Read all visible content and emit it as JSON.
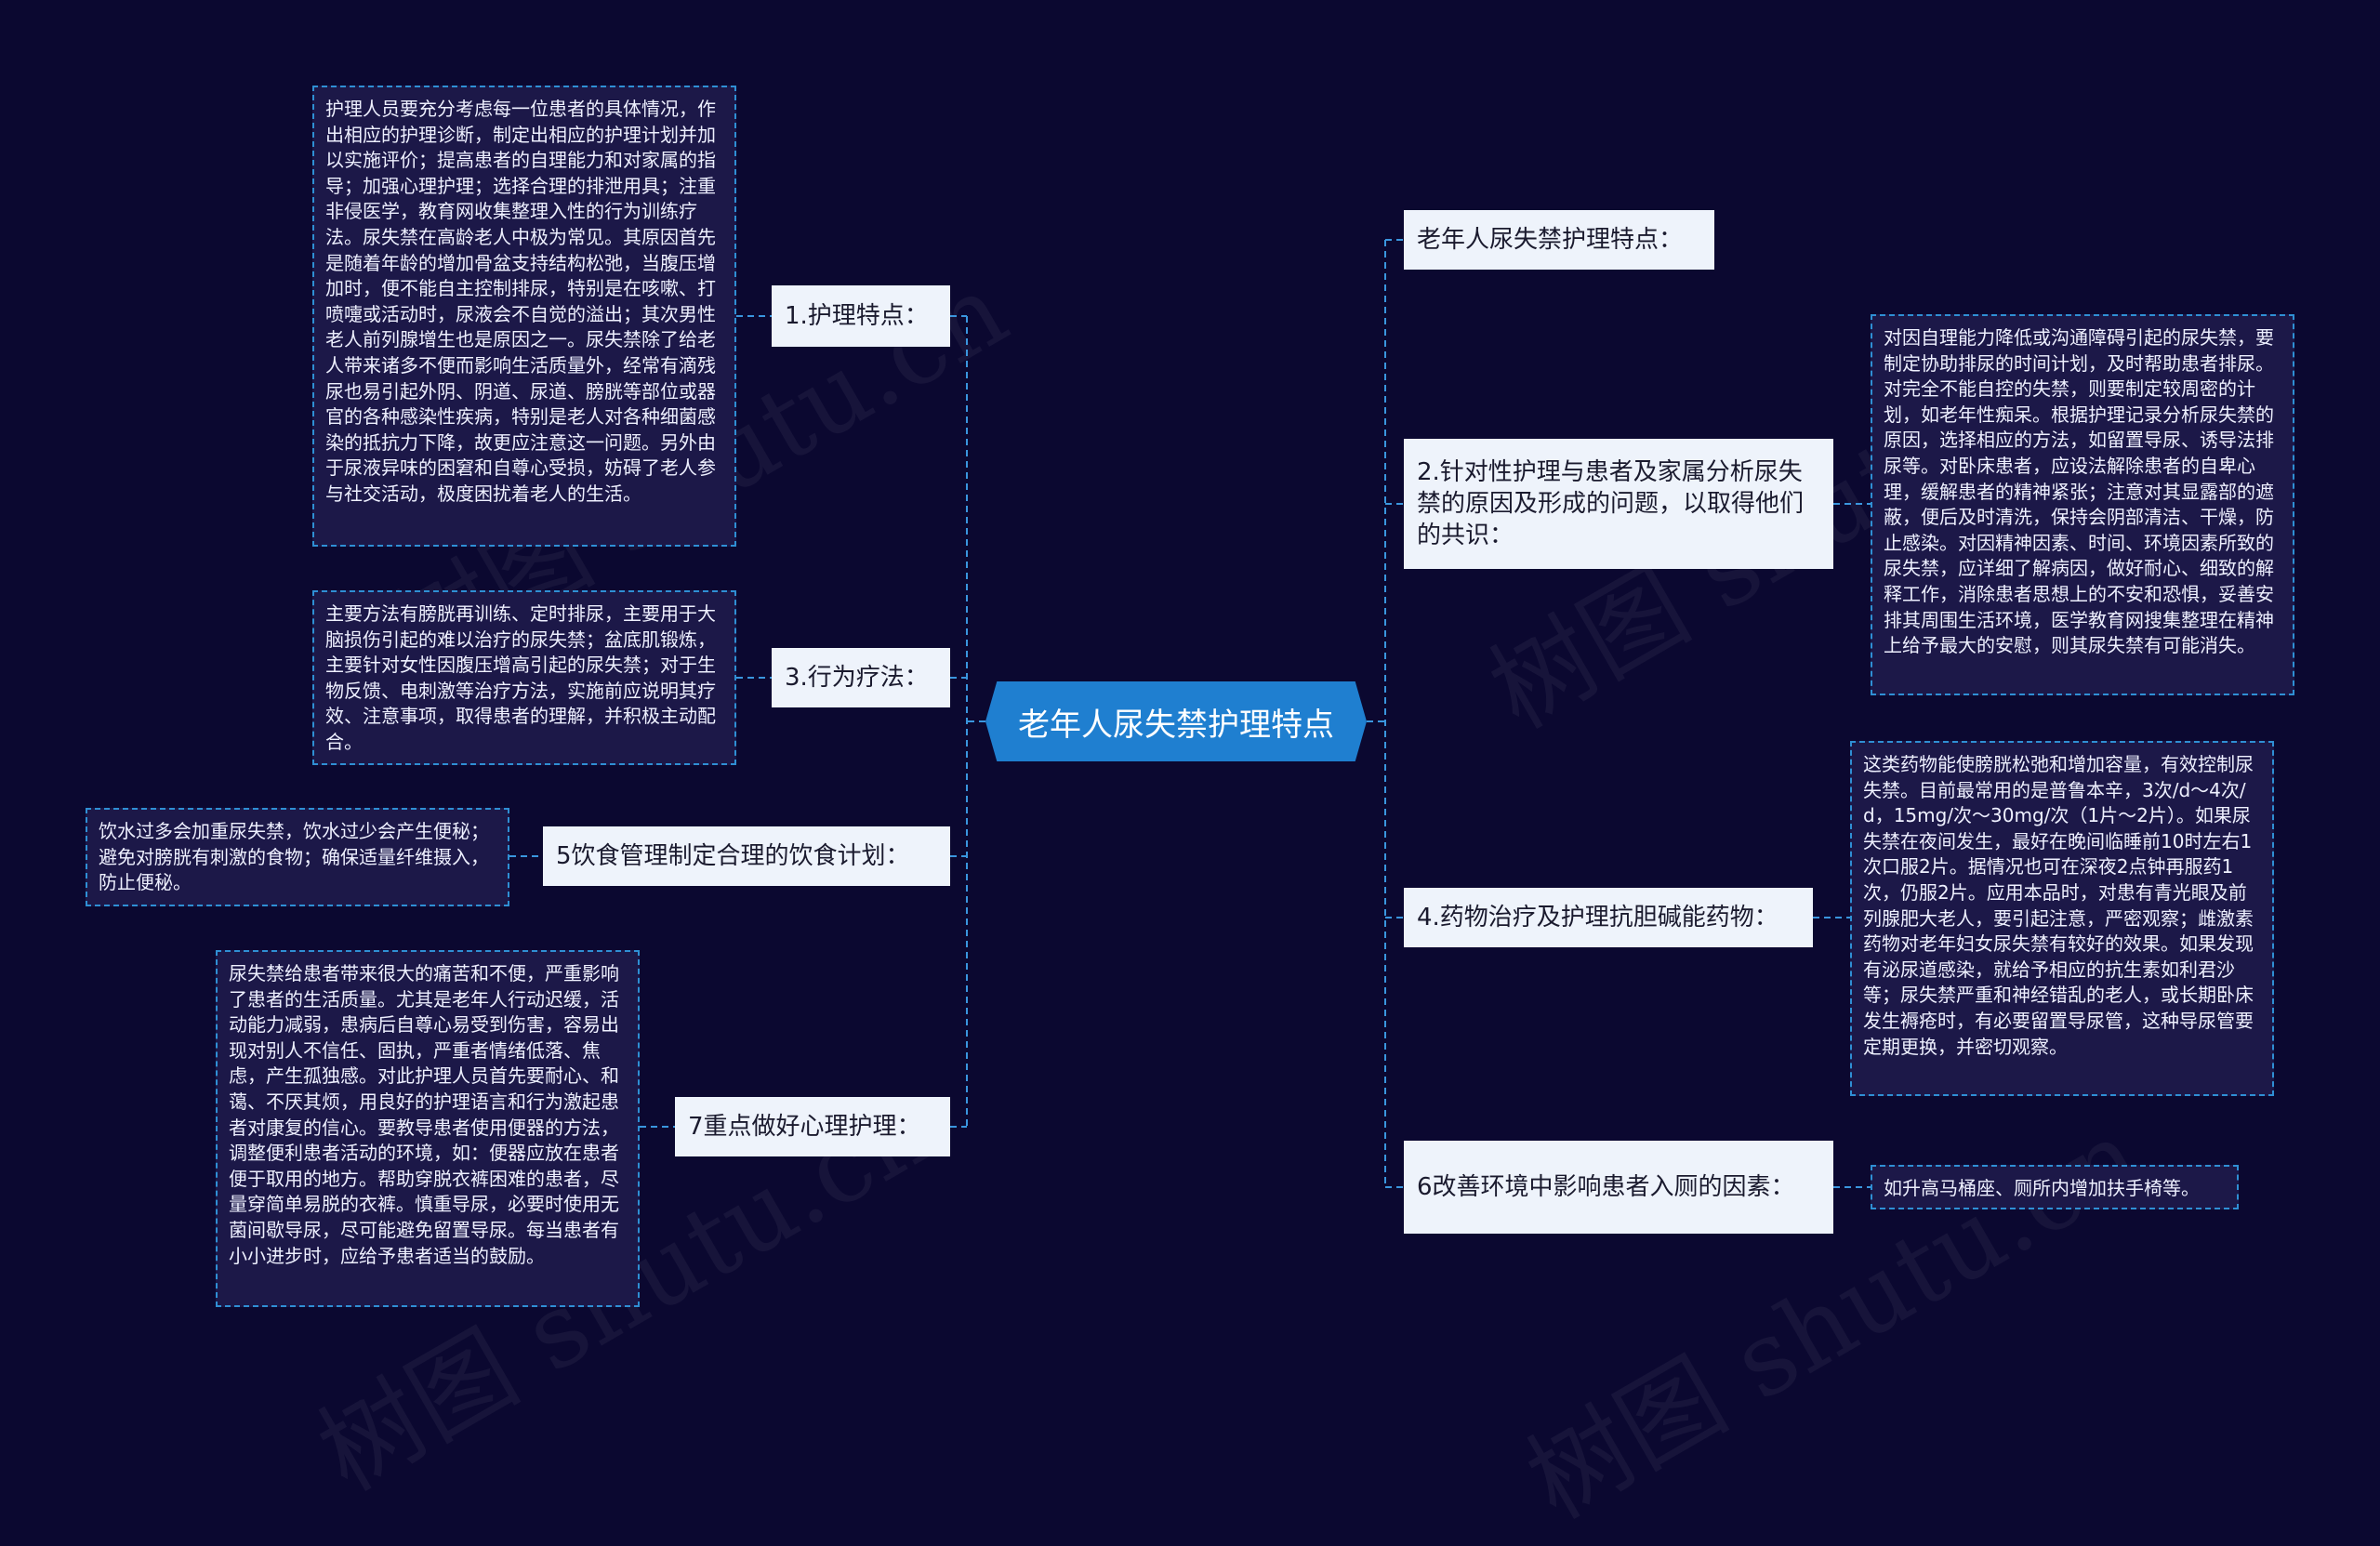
{
  "root": {
    "label": "老年人尿失禁护理特点"
  },
  "watermark": "树图 shutu.cn",
  "left": [
    {
      "label": "1.护理特点：",
      "detail": "护理人员要充分考虑每一位患者的具体情况，作出相应的护理诊断，制定出相应的护理计划并加以实施评价；提高患者的自理能力和对家属的指导；加强心理护理；选择合理的排泄用具；注重非侵医学，教育网收集整理入性的行为训练疗法。尿失禁在高龄老人中极为常见。其原因首先是随着年龄的增加骨盆支持结构松弛，当腹压增加时，便不能自主控制排尿，特别是在咳嗽、打喷嚏或活动时，尿液会不自觉的溢出；其次男性老人前列腺增生也是原因之一。尿失禁除了给老人带来诸多不便而影响生活质量外，经常有滴残尿也易引起外阴、阴道、尿道、膀胱等部位或器官的各种感染性疾病，特别是老人对各种细菌感染的抵抗力下降，故更应注意这一问题。另外由于尿液异味的困窘和自尊心受损，妨碍了老人参与社交活动，极度困扰着老人的生活。"
    },
    {
      "label": "3.行为疗法：",
      "detail": "主要方法有膀胱再训练、定时排尿，主要用于大脑损伤引起的难以治疗的尿失禁；盆底肌锻炼，主要针对女性因腹压增高引起的尿失禁；对于生物反馈、电刺激等治疗方法，实施前应说明其疗效、注意事项，取得患者的理解，并积极主动配合。"
    },
    {
      "label": "5饮食管理制定合理的饮食计划：",
      "detail": "饮水过多会加重尿失禁，饮水过少会产生便秘；避免对膀胱有刺激的食物；确保适量纤维摄入，防止便秘。"
    },
    {
      "label": "7重点做好心理护理：",
      "detail": "尿失禁给患者带来很大的痛苦和不便，严重影响了患者的生活质量。尤其是老年人行动迟缓，活动能力减弱，患病后自尊心易受到伤害，容易出现对别人不信任、固执，严重者情绪低落、焦虑，产生孤独感。对此护理人员首先要耐心、和蔼、不厌其烦，用良好的护理语言和行为激起患者对康复的信心。要教导患者使用便器的方法，调整便利患者活动的环境，如：便器应放在患者便于取用的地方。帮助穿脱衣裤困难的患者，尽量穿简单易脱的衣裤。慎重导尿，必要时使用无菌间歇导尿，尽可能避免留置导尿。每当患者有小小进步时，应给予患者适当的鼓励。"
    }
  ],
  "right": [
    {
      "label": "老年人尿失禁护理特点：",
      "detail": ""
    },
    {
      "label": "2.针对性护理与患者及家属分析尿失禁的原因及形成的问题，以取得他们的共识：",
      "detail": "对因自理能力降低或沟通障碍引起的尿失禁，要制定协助排尿的时间计划，及时帮助患者排尿。对完全不能自控的失禁，则要制定较周密的计划，如老年性痴呆。根据护理记录分析尿失禁的原因，选择相应的方法，如留置导尿、诱导法排尿等。对卧床患者，应设法解除患者的自卑心理，缓解患者的精神紧张；注意对其显露部的遮蔽，便后及时清洗，保持会阴部清洁、干燥，防止感染。对因精神因素、时间、环境因素所致的尿失禁，应详细了解病因，做好耐心、细致的解释工作，消除患者思想上的不安和恐惧，妥善安排其周围生活环境，医学教育网搜集整理在精神上给予最大的安慰，则其尿失禁有可能消失。"
    },
    {
      "label": "4.药物治疗及护理抗胆碱能药物：",
      "detail": "这类药物能使膀胱松弛和增加容量，有效控制尿失禁。目前最常用的是普鲁本辛，3次/d～4次/d，15mg/次～30mg/次（1片～2片）。如果尿失禁在夜间发生，最好在晚间临睡前10时左右1次口服2片。据情况也可在深夜2点钟再服药1次，仍服2片。应用本品时，对患有青光眼及前列腺肥大老人，要引起注意，严密观察；雌激素药物对老年妇女尿失禁有较好的效果。如果发现有泌尿道感染，就给予相应的抗生素如利君沙等；尿失禁严重和神经错乱的老人，或长期卧床发生褥疮时，有必要留置导尿管，这种导尿管要定期更换，并密切观察。"
    },
    {
      "label": "6改善环境中影响患者入厕的因素：",
      "detail": "如升高马桶座、厕所内增加扶手椅等。"
    }
  ]
}
